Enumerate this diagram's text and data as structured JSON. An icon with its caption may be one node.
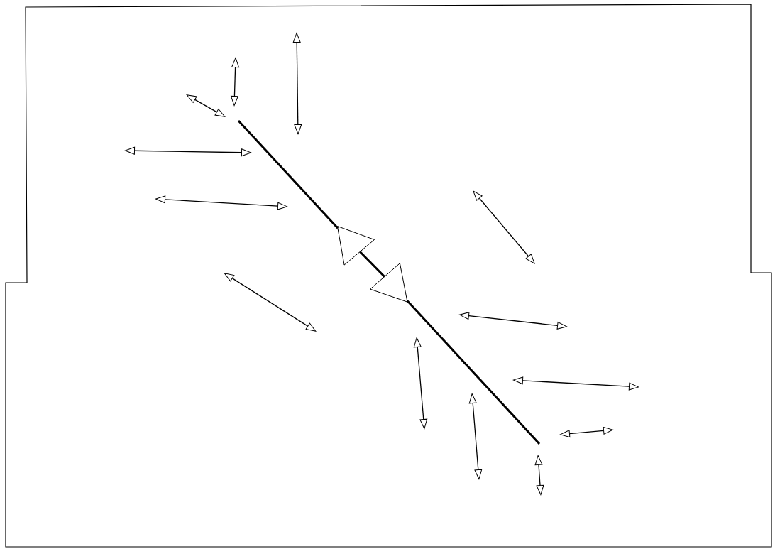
{
  "diagram": {
    "nodes": [
      {
        "text": [],
        "shape": "triangle"
      },
      {
        "text": [],
        "shape": "triangle"
      }
    ],
    "edges": [
      {
        "from": null,
        "to": 0,
        "arrow": "none"
      },
      {
        "from": 0,
        "to": 1,
        "arrow": "none"
      },
      {
        "from": 1,
        "to": null,
        "arrow": "none"
      }
    ]
  }
}
